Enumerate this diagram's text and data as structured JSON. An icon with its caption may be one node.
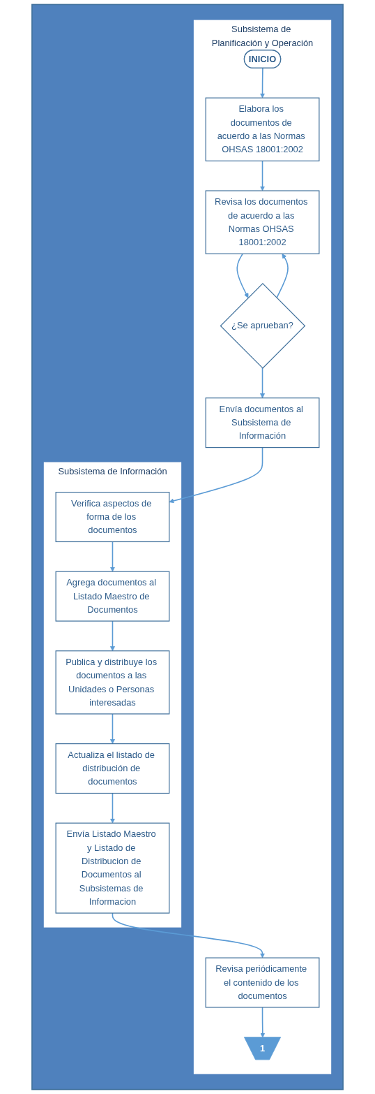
{
  "diagram": {
    "nodes": [
      {
        "text": [],
        "shape": "box"
      },
      {
        "text": [
          "Subsistema de Planificación y Operación"
        ],
        "in": 0
      },
      {
        "text": [
          "Subsistema de Información"
        ],
        "in": 0
      },
      {
        "text": [
          "INICIO"
        ],
        "in": 1
      },
      {
        "text": [
          "Elabora los documentos de acuerdo a las Normas OHSAS 18001:2002"
        ],
        "in": 1
      },
      {
        "text": [
          "Revisa los documentos de acuerdo a las Normas OHSAS 18001:2002"
        ],
        "in": 1
      },
      {
        "text": [
          "¿Se aprueban?"
        ],
        "in": 1
      },
      {
        "text": [
          "Envía documentos al Subsistema de Información"
        ],
        "in": 1
      },
      {
        "text": [
          "Verifica aspectos de forma de los documentos"
        ],
        "in": 2
      },
      {
        "text": [
          "Agrega documentos al Listado Maestro de Documentos"
        ],
        "in": 2
      },
      {
        "text": [
          "Publica y distribuye los documentos a las Unidades o Personas interesadas"
        ],
        "in": 2
      },
      {
        "text": [
          "Actualiza el listado de distribución de documentos"
        ],
        "in": 2
      },
      {
        "text": [
          "Envía Listado Maestro y Listado de Distribucion de Documentos al Subsistemas de Informacion"
        ],
        "in": 2
      },
      {
        "text": [
          "Revisa periódicamente el contenido de los documentos"
        ],
        "in": 1
      },
      {
        "text": [
          "1"
        ],
        "in": 1
      }
    ],
    "edges": [
      {
        "from": 3,
        "to": 4,
        "arrow": "to"
      },
      {
        "from": 4,
        "to": 5,
        "arrow": "to"
      },
      {
        "from": 5,
        "to": 6,
        "arrow": "to"
      },
      {
        "from": 6,
        "to": 5,
        "arrow": "to"
      },
      {
        "from": 6,
        "to": 7,
        "arrow": "to"
      },
      {
        "from": 7,
        "to": 8,
        "arrow": "to"
      },
      {
        "from": 8,
        "to": 9,
        "arrow": "to"
      },
      {
        "from": 9,
        "to": 10,
        "arrow": "to"
      },
      {
        "from": 10,
        "to": 11,
        "arrow": "to"
      },
      {
        "from": 11,
        "to": 12,
        "arrow": "to"
      },
      {
        "from": 12,
        "to": 13,
        "arrow": "to"
      },
      {
        "from": 13,
        "to": 14,
        "arrow": "to"
      }
    ]
  }
}
